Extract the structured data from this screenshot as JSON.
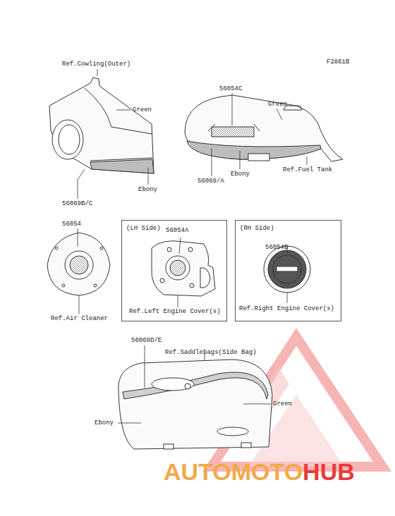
{
  "diagram": {
    "nodes": [
      {
        "text": [
          "(LH Side)",
          "56054A",
          "Ref.Left Engine Cover(s)"
        ]
      },
      {
        "text": [
          "(RH Side)",
          "56054B",
          "Ref.Right Engine Cover(s)"
        ]
      }
    ],
    "labels": [
      "F2861B",
      "Ref.Cowling(Outer)",
      "Green",
      "Ebony",
      "56069B/C",
      "56054C",
      "Green",
      "Ebony",
      "56069/A",
      "Ref.Fuel Tank",
      "56054",
      "Ref.Air Cleaner",
      "56069D/E",
      "Ref.Saddlebags(Side Bag)",
      "Green",
      "Ebony",
      "AUTOMOTO",
      "HUB"
    ]
  }
}
